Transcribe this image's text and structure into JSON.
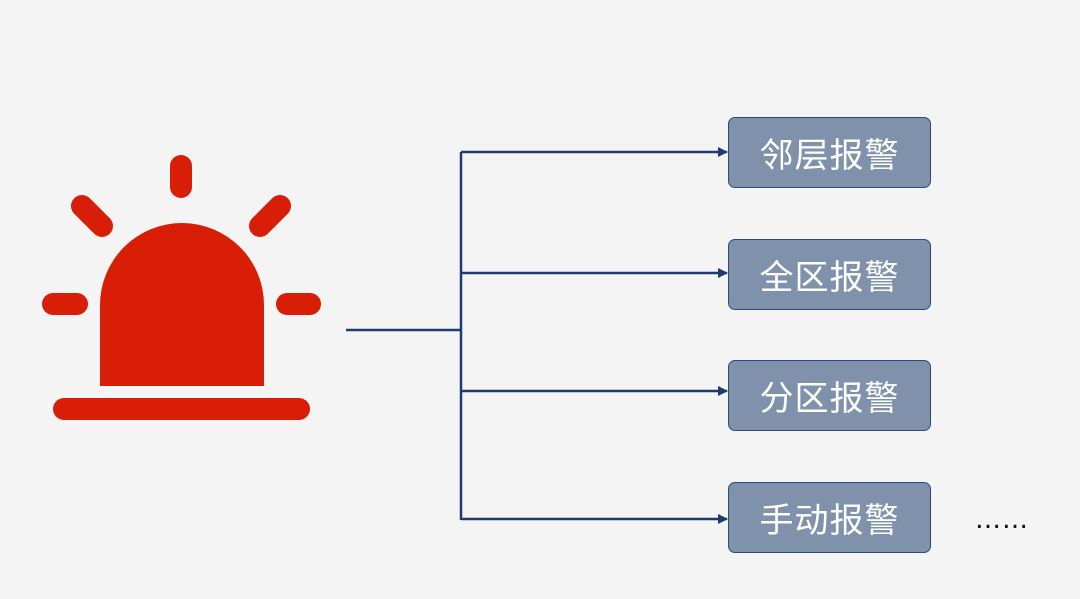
{
  "colors": {
    "alarm": "#d81e06",
    "line": "#1f3a6e",
    "box_fill": "#7f91ab",
    "box_border": "#2c4a7c"
  },
  "icon": "alarm-beacon-icon",
  "branches": [
    {
      "label": "邻层报警"
    },
    {
      "label": "全区报警"
    },
    {
      "label": "分区报警"
    },
    {
      "label": "手动报警"
    }
  ],
  "ellipsis": "……"
}
